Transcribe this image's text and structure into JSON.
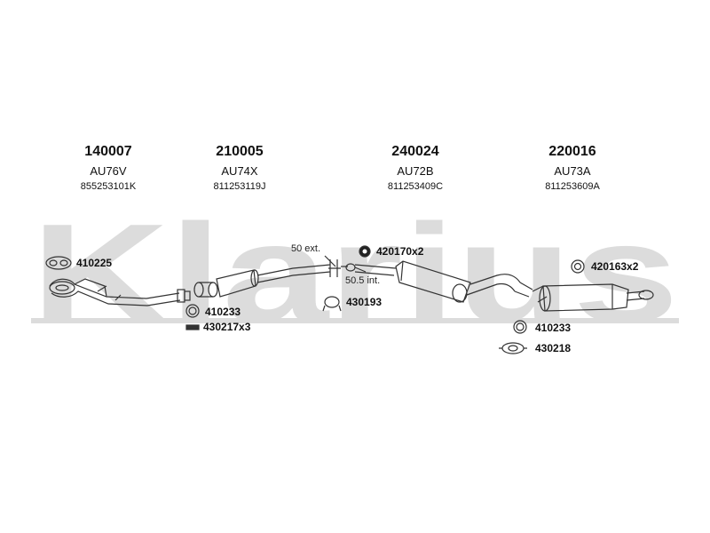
{
  "watermark": "Klarius",
  "parts": [
    {
      "number": "140007",
      "code": "AU76V",
      "oem": "855253101K"
    },
    {
      "number": "210005",
      "code": "AU74X",
      "oem": "811253119J"
    },
    {
      "number": "240024",
      "code": "AU72B",
      "oem": "811253409C"
    },
    {
      "number": "220016",
      "code": "AU73A",
      "oem": "811253609A"
    }
  ],
  "fittings": {
    "gasket_410225": "410225",
    "ring_410233_left": "410233",
    "bolt_430217": "430217x3",
    "clamp_420170": "420170x2",
    "hanger_430193": "430193",
    "clamp_420163": "420163x2",
    "ring_410233_right": "410233",
    "gasket_430218": "430218"
  },
  "notes": {
    "ext": "50 ext.",
    "int": "50.5 int."
  },
  "colors": {
    "watermark": "#dcdcdc",
    "line": "#333333"
  }
}
